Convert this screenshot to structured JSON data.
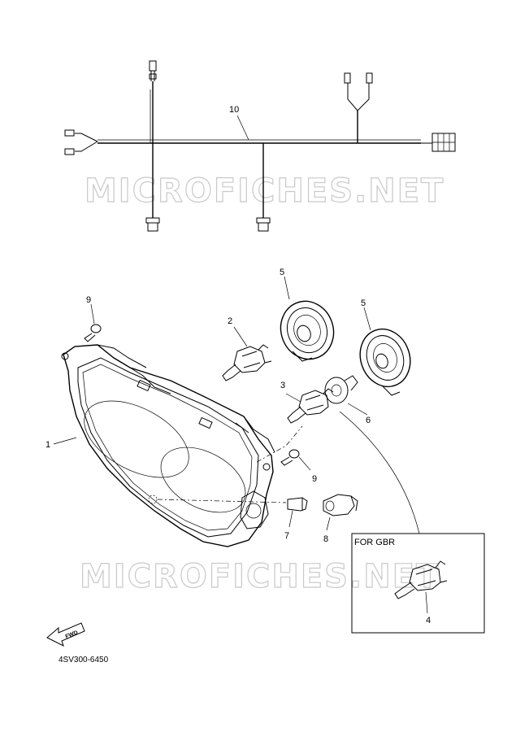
{
  "watermarks": [
    "MICROFICHES.NET",
    "MICROFICHES.NET"
  ],
  "callouts": {
    "c1": "1",
    "c2": "2",
    "c3": "3",
    "c4": "4",
    "c5a": "5",
    "c5b": "5",
    "c6": "6",
    "c7": "7",
    "c8": "8",
    "c9a": "9",
    "c9b": "9",
    "c10": "10"
  },
  "inset": {
    "title": "FOR GBR"
  },
  "fwd_label": "FWD",
  "diagram_code": "4SV300-6450"
}
